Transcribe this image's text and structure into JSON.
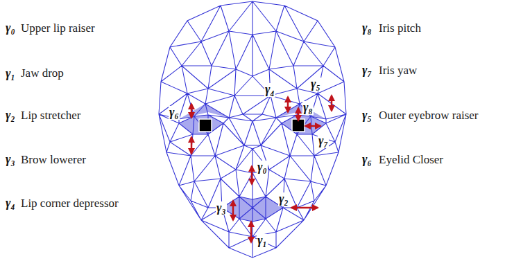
{
  "diagram": {
    "labels": [
      "γ₀",
      "Upper lip raiser",
      "γ₁",
      "Jaw drop",
      "γ₂",
      "Lip stretcher",
      "γ₃",
      "Brow lowerer",
      "γ₄",
      "Lip corner depressor",
      "γ₈",
      "Iris pitch",
      "γ₇",
      "Iris yaw",
      "γ₅",
      "Outer eyebrow raiser",
      "γ₆",
      "Eyelid Closer",
      "γ₆",
      "γ₄",
      "γ₅",
      "γ₈",
      "γ₇",
      "γ₀",
      "γ₃",
      "γ₂",
      "γ₁"
    ]
  }
}
